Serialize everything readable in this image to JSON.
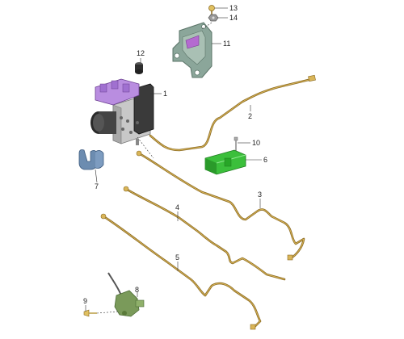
{
  "callouts": [
    {
      "id": "1",
      "text": "1"
    },
    {
      "id": "2",
      "text": "2"
    },
    {
      "id": "3",
      "text": "3"
    },
    {
      "id": "4",
      "text": "4"
    },
    {
      "id": "5",
      "text": "5"
    },
    {
      "id": "6",
      "text": "6"
    },
    {
      "id": "7",
      "text": "7"
    },
    {
      "id": "8",
      "text": "8"
    },
    {
      "id": "9",
      "text": "9"
    },
    {
      "id": "10",
      "text": "10"
    },
    {
      "id": "11",
      "text": "11"
    },
    {
      "id": "12",
      "text": "12"
    },
    {
      "id": "13",
      "text": "13"
    },
    {
      "id": "14",
      "text": "14"
    }
  ],
  "colors": {
    "pipe": "#8a6a22",
    "pipe_highlight": "#d9b558",
    "bracket": "#8ba69a",
    "bracket_accent": "#b46ad0",
    "abs_body": "#3a3a3a",
    "abs_valve_block": "#c8c8c8",
    "abs_top": "#b98de0",
    "green_bracket": "#3bbf3b",
    "clip_blue": "#6c8cb0",
    "sensor_green": "#7a9a5a"
  },
  "parts": [
    {
      "id": "1",
      "name": "abs-unit-icon"
    },
    {
      "id": "2",
      "name": "brake-line-2-icon"
    },
    {
      "id": "3",
      "name": "brake-line-3-icon"
    },
    {
      "id": "4",
      "name": "brake-line-4-icon"
    },
    {
      "id": "5",
      "name": "brake-line-5-icon"
    },
    {
      "id": "6",
      "name": "green-bracket-icon"
    },
    {
      "id": "7",
      "name": "clip-icon"
    },
    {
      "id": "8",
      "name": "sensor-icon"
    },
    {
      "id": "9",
      "name": "screw-icon"
    },
    {
      "id": "10",
      "name": "bolt-icon"
    },
    {
      "id": "11",
      "name": "mounting-bracket-icon"
    },
    {
      "id": "12",
      "name": "rubber-bushing-icon"
    },
    {
      "id": "13",
      "name": "bolt-13-icon"
    },
    {
      "id": "14",
      "name": "nut-icon"
    }
  ]
}
